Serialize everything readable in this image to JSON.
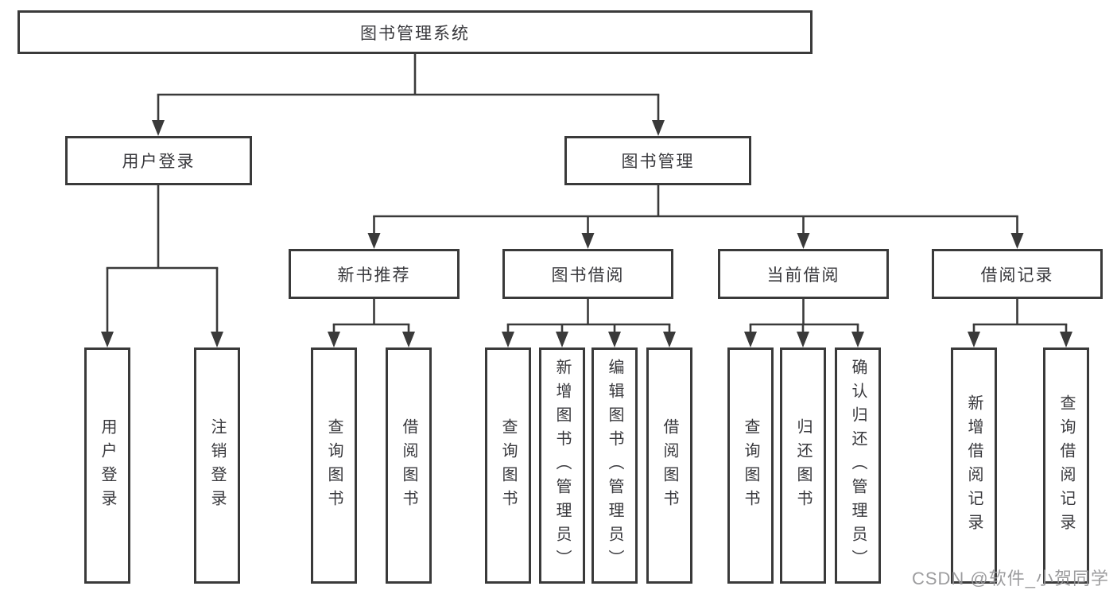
{
  "diagram": {
    "root": {
      "label": "图书管理系统"
    },
    "branches": {
      "user_login": {
        "label": "用户登录",
        "children": [
          {
            "label": "用户登录"
          },
          {
            "label": "注销登录"
          }
        ]
      },
      "book_mgmt": {
        "label": "图书管理",
        "children": [
          {
            "label": "新书推荐",
            "children": [
              {
                "label": "查询图书"
              },
              {
                "label": "借阅图书"
              }
            ]
          },
          {
            "label": "图书借阅",
            "children": [
              {
                "label": "查询图书"
              },
              {
                "label": "新增图书（管理员）"
              },
              {
                "label": "编辑图书（管理员）"
              },
              {
                "label": "借阅图书"
              }
            ]
          },
          {
            "label": "当前借阅",
            "children": [
              {
                "label": "查询图书"
              },
              {
                "label": "归还图书"
              },
              {
                "label": "确认归还（管理员）"
              }
            ]
          },
          {
            "label": "借阅记录",
            "children": [
              {
                "label": "新增借阅记录"
              },
              {
                "label": "查询借阅记录"
              }
            ]
          }
        ]
      }
    },
    "watermark": "CSDN @软件_小贺同学",
    "colors": {
      "line": "#3a3a3a",
      "border": "#3a3a3a",
      "text": "#38383c",
      "watermark": "#949496",
      "background": "#ffffff"
    }
  }
}
